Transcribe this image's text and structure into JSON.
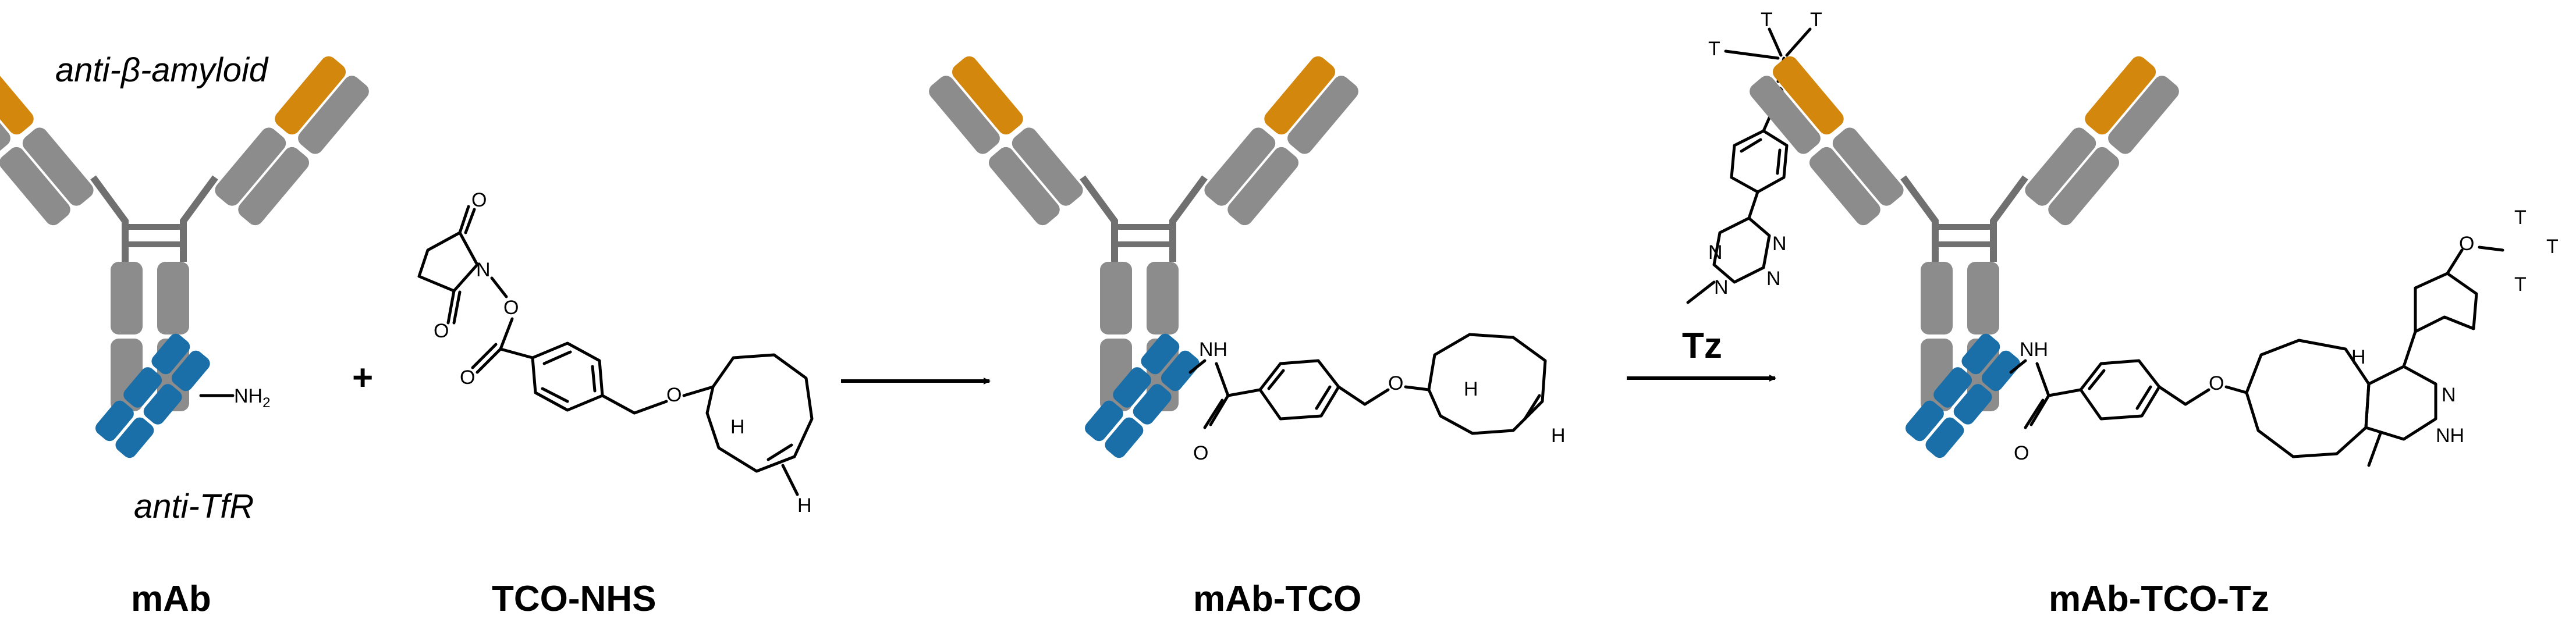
{
  "labels": {
    "mab": "mAb",
    "tco_nhs": "TCO-NHS",
    "mab_tco": "mAb-TCO",
    "tz": "Tz",
    "mab_tco_tz": "mAb-TCO-Tz"
  },
  "annotations": {
    "anti_beta_amyloid": "anti-β-amyloid",
    "anti_tfr": "anti-TfR",
    "plus": "+"
  },
  "atoms": {
    "nh2": "NH",
    "nh2_sub": "2",
    "n": "N",
    "o": "O",
    "h": "H",
    "t": "T",
    "nh": "NH"
  },
  "colors": {
    "orange": "#d4870d",
    "gray": "#8c8c8c",
    "blue": "#1a6fa8",
    "black": "#000000"
  }
}
